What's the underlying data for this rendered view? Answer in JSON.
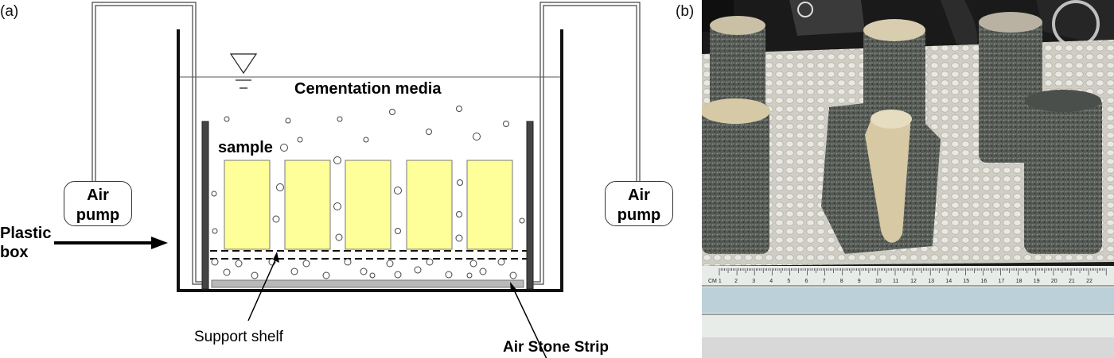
{
  "panels": {
    "a": "(a)",
    "b": "(b)"
  },
  "labels": {
    "cementation_media": "Cementation media",
    "sample": "sample",
    "plastic_box": "Plastic\nbox",
    "plastic_box_line1": "Plastic",
    "plastic_box_line2": "box",
    "support_shelf": "Support shelf",
    "air_stone_strip": "Air Stone Strip"
  },
  "pumps": {
    "left_line1": "Air",
    "left_line2": "pump",
    "right_line1": "Air",
    "right_line2": "pump"
  },
  "samples_count_text": "",
  "colors": {
    "sample_fill": "#ffff99",
    "photo_background": "#1a1a1a",
    "tray": "#d9d7cf",
    "ruler": "#e7ece9"
  },
  "ruler": {
    "top_numbers": [
      "CM 1",
      "2",
      "3",
      "4",
      "5",
      "6",
      "7",
      "8",
      "9",
      "10",
      "11",
      "12",
      "13",
      "14",
      "15",
      "16",
      "17",
      "18",
      "19",
      "20",
      "21",
      "22"
    ]
  }
}
